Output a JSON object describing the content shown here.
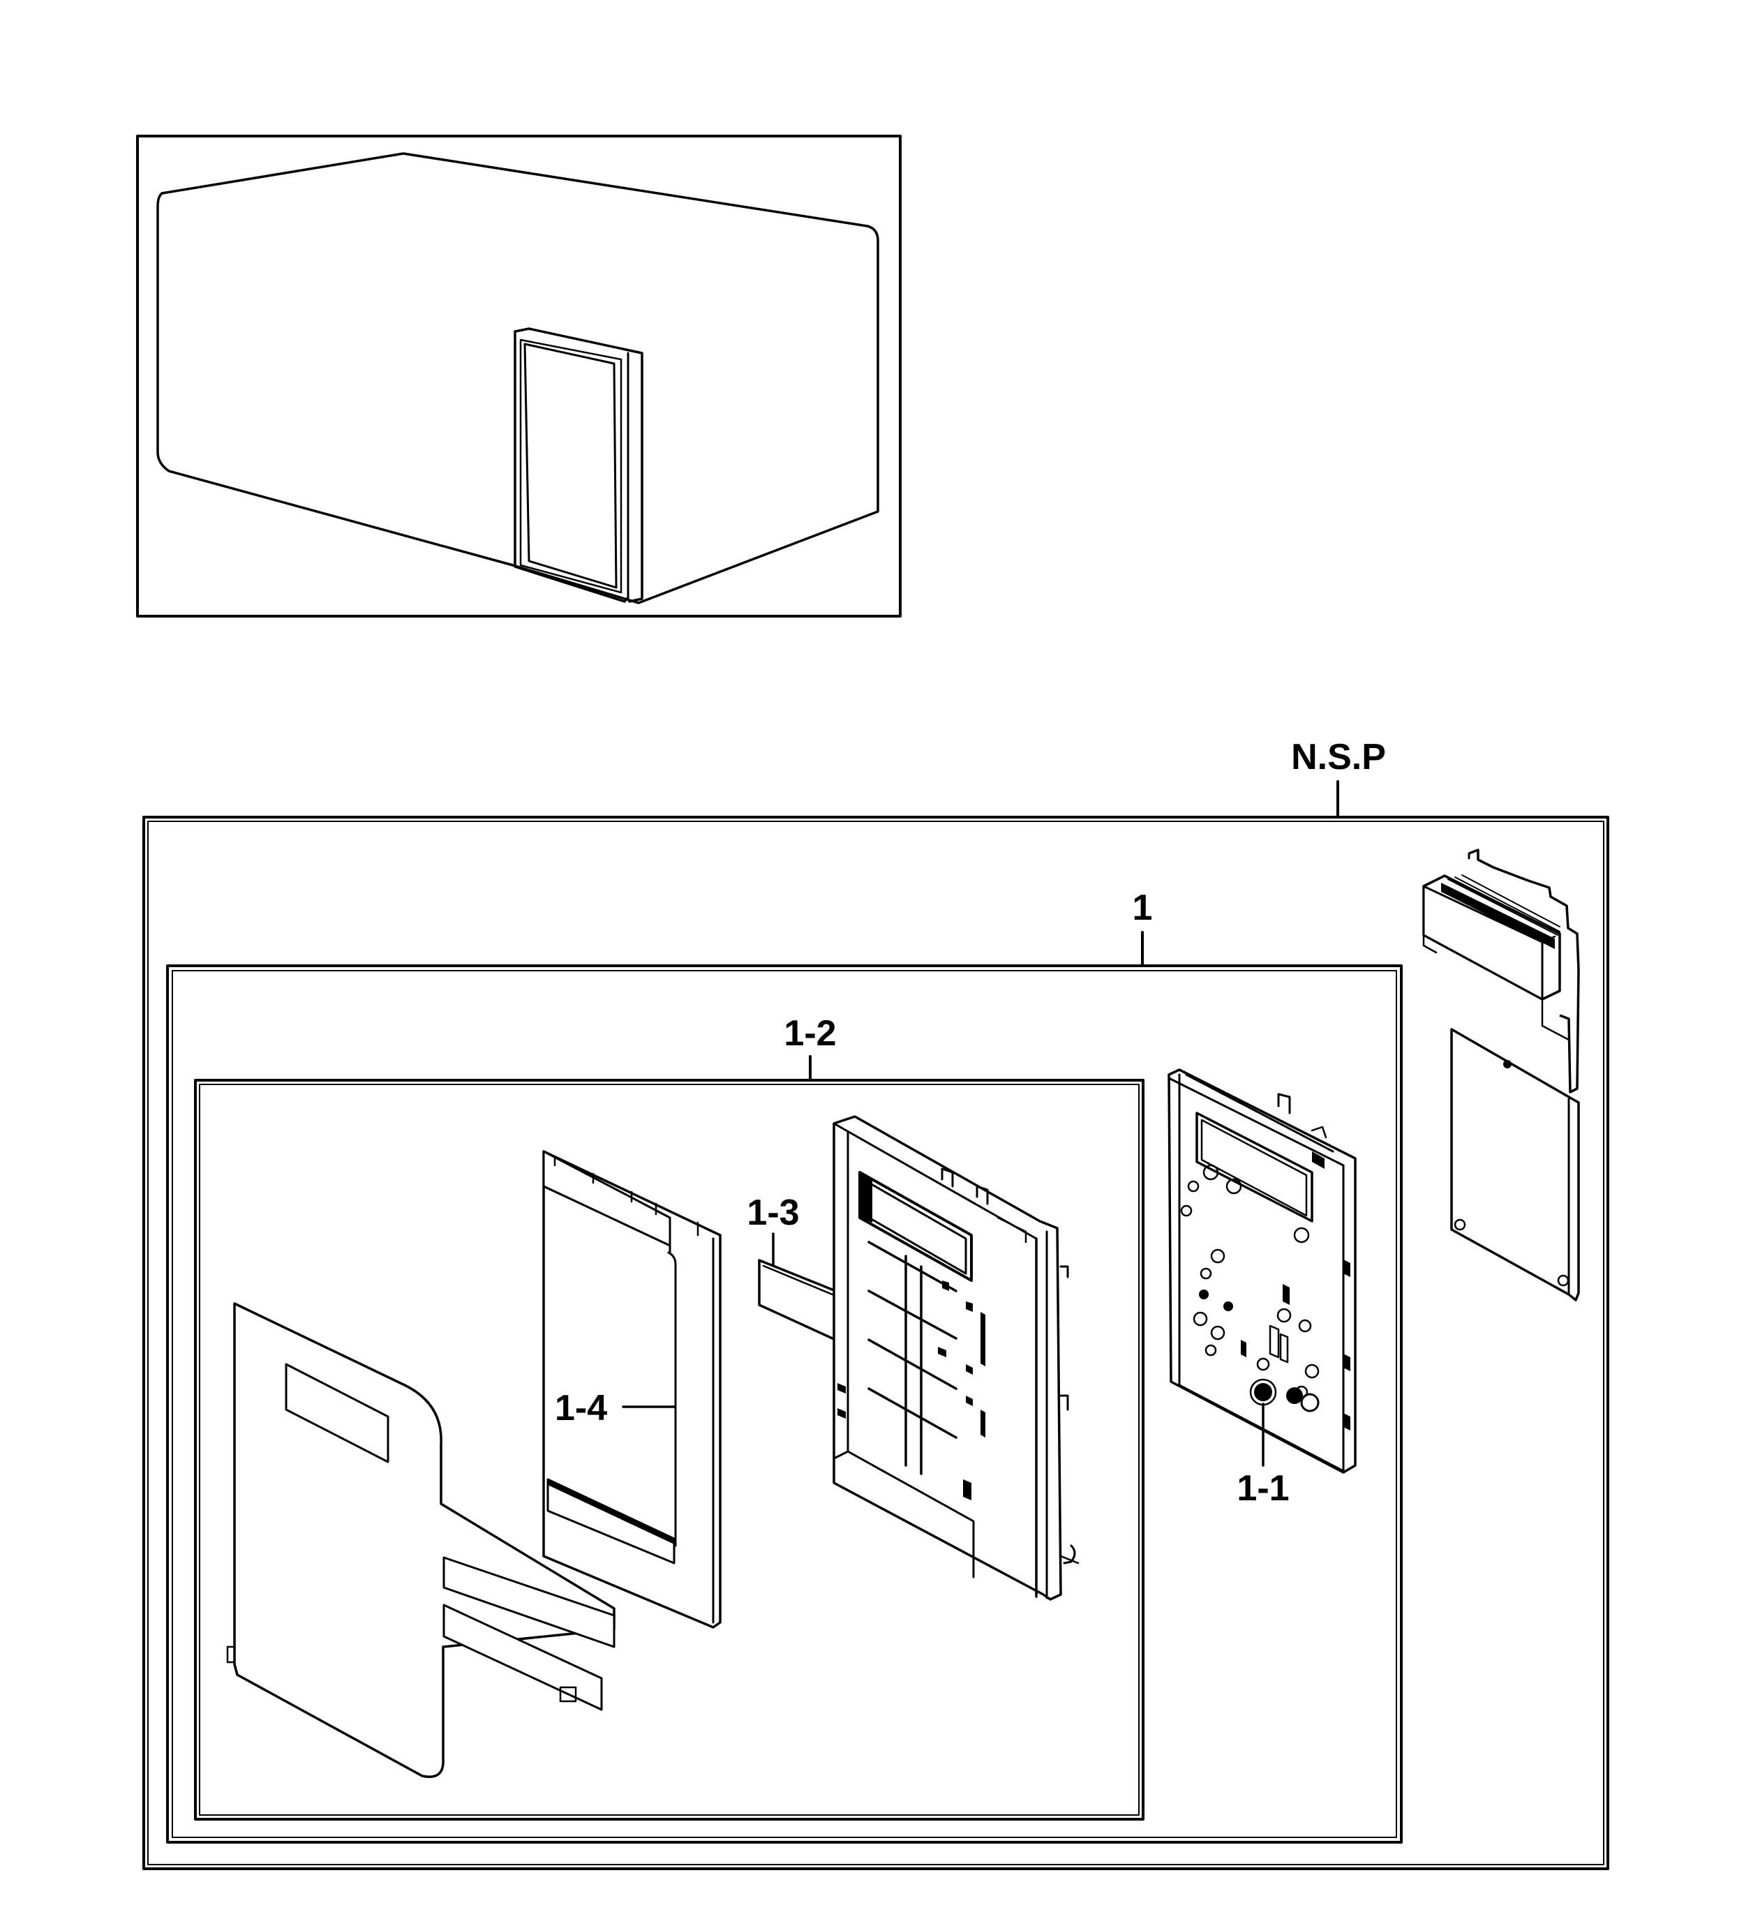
{
  "labels": {
    "nsp": "N.S.P",
    "assembly": "1",
    "part_1_1": "1-1",
    "part_1_2": "1-2",
    "part_1_3": "1-3",
    "part_1_4": "1-4"
  },
  "colors": {
    "ink": "#000000",
    "background": "#ffffff"
  }
}
